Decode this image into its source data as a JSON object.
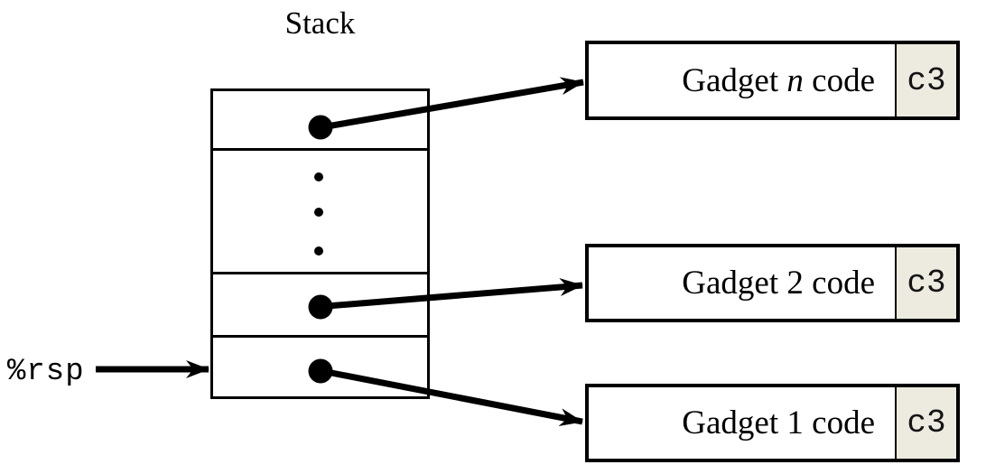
{
  "title": "Stack",
  "rsp": {
    "label": "%rsp"
  },
  "gadgets": [
    {
      "prefix": "Gadget ",
      "name": "n",
      "suffix": " code",
      "ret": "c3",
      "name_italic": true
    },
    {
      "prefix": "Gadget ",
      "name": "2",
      "suffix": " code",
      "ret": "c3",
      "name_italic": false
    },
    {
      "prefix": "Gadget ",
      "name": "1",
      "suffix": " code",
      "ret": "c3",
      "name_italic": false
    }
  ],
  "stack": {
    "cells": [
      {
        "content": "pointer-to-gadget-n"
      },
      {
        "content": "ellipsis"
      },
      {
        "content": "pointer-to-gadget-2"
      },
      {
        "content": "pointer-to-gadget-1"
      }
    ]
  },
  "colors": {
    "stroke": "#000000",
    "ret_cell_bg": "#edebe0",
    "canvas_bg": "#ffffff"
  }
}
